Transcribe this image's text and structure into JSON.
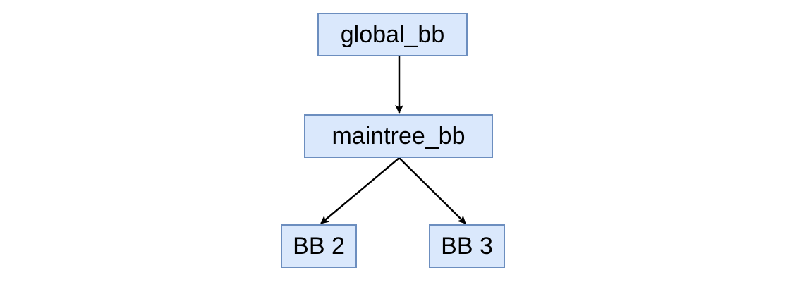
{
  "diagram": {
    "nodes": [
      {
        "id": "global_bb",
        "label": "global_bb"
      },
      {
        "id": "maintree_bb",
        "label": "maintree_bb"
      },
      {
        "id": "bb2",
        "label": "BB 2"
      },
      {
        "id": "bb3",
        "label": "BB 3"
      }
    ],
    "edges": [
      {
        "from": "global_bb",
        "to": "maintree_bb"
      },
      {
        "from": "maintree_bb",
        "to": "bb2"
      },
      {
        "from": "maintree_bb",
        "to": "bb3"
      }
    ],
    "colors": {
      "node_fill": "#dae8fc",
      "node_stroke": "#6c8ebf",
      "edge": "#000000"
    }
  }
}
